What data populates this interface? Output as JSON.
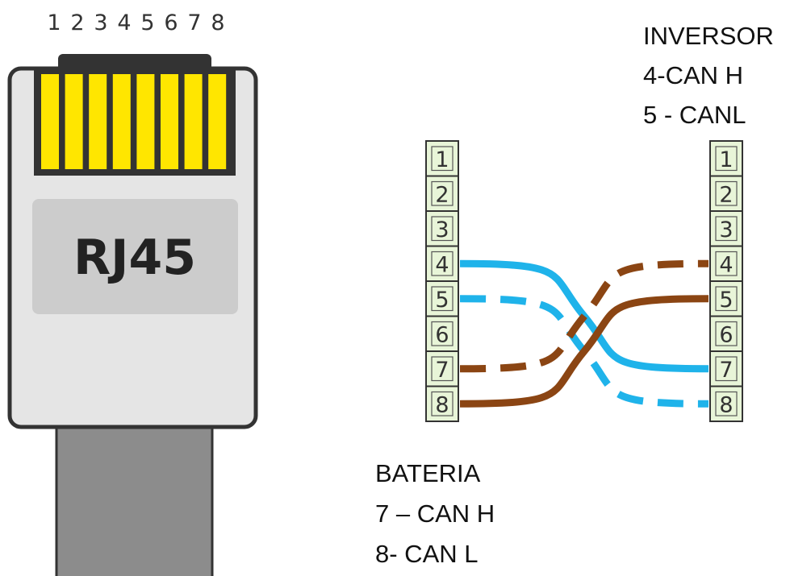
{
  "plug": {
    "pin_numbers": [
      "1",
      "2",
      "3",
      "4",
      "5",
      "6",
      "7",
      "8"
    ],
    "label": "RJ45"
  },
  "battery_terminal": {
    "numbers": [
      "1",
      "2",
      "3",
      "4",
      "5",
      "6",
      "7",
      "8"
    ],
    "caption_lines": [
      "BATERIA",
      "7 – CAN H",
      "8- CAN L"
    ]
  },
  "inverter_terminal": {
    "numbers": [
      "1",
      "2",
      "3",
      "4",
      "5",
      "6",
      "7",
      "8"
    ],
    "caption_lines": [
      "INVERSOR",
      "4-CAN H",
      "5 - CANL"
    ]
  },
  "wires": [
    {
      "from_pin": 4,
      "to_pin": 7,
      "color": "#1fb3ea",
      "style": "solid"
    },
    {
      "from_pin": 5,
      "to_pin": 8,
      "color": "#1fb3ea",
      "style": "dashed"
    },
    {
      "from_pin": 7,
      "to_pin": 4,
      "color": "#8b4513",
      "style": "dashed"
    },
    {
      "from_pin": 8,
      "to_pin": 5,
      "color": "#8b4513",
      "style": "solid"
    }
  ],
  "colors": {
    "contact": "#ffe600",
    "terminal_cell": "#e8f5d8",
    "plug_body": "#e5e5e5",
    "label_panel": "#cccccc",
    "cable": "#8c8c8c"
  }
}
